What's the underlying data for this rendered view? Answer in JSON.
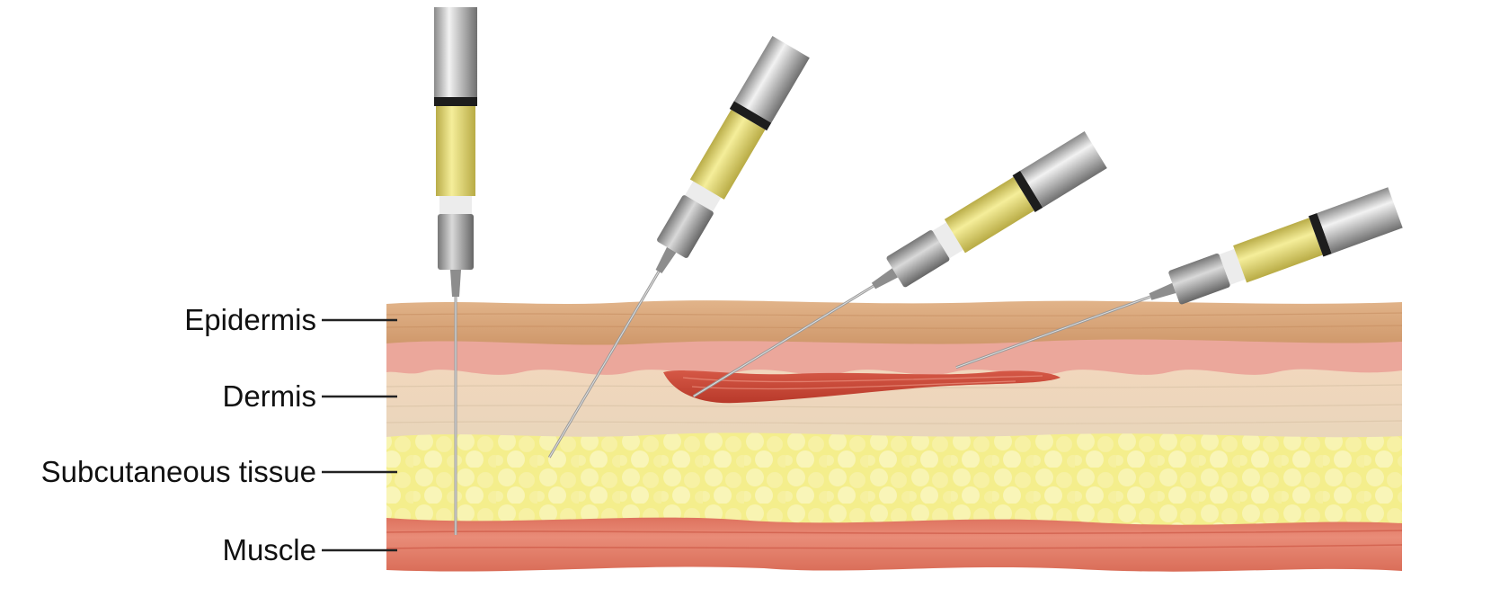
{
  "labels": {
    "epidermis": "Epidermis",
    "dermis": "Dermis",
    "subcutaneous": "Subcutaneous tissue",
    "muscle": "Muscle"
  },
  "colors": {
    "epidermis": "#d9a77a",
    "dermis_upper": "#e9a59a",
    "dermis_lower": "#eddcc4",
    "subcutaneous": "#f3ec86",
    "muscle": "#dc6a55",
    "bleb": "#c64433",
    "syringe_fluid": "#ece27f"
  }
}
